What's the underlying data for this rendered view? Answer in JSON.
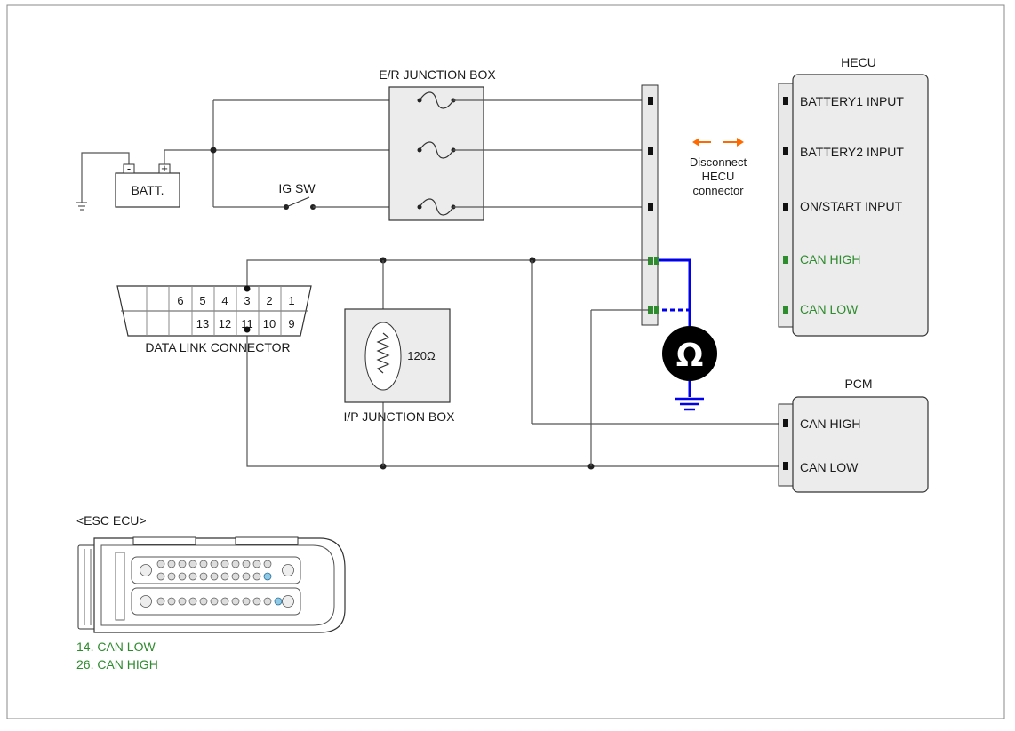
{
  "er_junction_box": {
    "title": "E/R JUNCTION BOX"
  },
  "battery": {
    "label": "BATT.",
    "neg": "-",
    "pos": "+"
  },
  "ig_switch": {
    "label": "IG SW"
  },
  "hecu": {
    "title": "HECU",
    "pins": [
      "BATTERY1 INPUT",
      "BATTERY2 INPUT",
      "ON/START INPUT",
      "CAN HIGH",
      "CAN LOW"
    ]
  },
  "disconnect_note": {
    "line1": "Disconnect",
    "line2": "HECU",
    "line3": "connector"
  },
  "data_link_connector": {
    "title": "DATA LINK CONNECTOR",
    "top_pins": [
      "",
      "",
      "6",
      "5",
      "4",
      "3",
      "2",
      "1"
    ],
    "bottom_pins": [
      "",
      "",
      "",
      "13",
      "12",
      "11",
      "10",
      "9"
    ]
  },
  "ip_junction_box": {
    "title": "I/P JUNCTION BOX",
    "resistor": "120Ω"
  },
  "meter": {
    "symbol": "Ω"
  },
  "pcm": {
    "title": "PCM",
    "pins": [
      "CAN HIGH",
      "CAN LOW"
    ]
  },
  "esc_ecu": {
    "title": "<ESC ECU>",
    "notes": [
      "14. CAN LOW",
      "26. CAN HIGH"
    ]
  },
  "colors": {
    "can_green": "#2e8b2e",
    "probe_blue": "#0000ee",
    "arrow_orange": "#ff6a00"
  }
}
